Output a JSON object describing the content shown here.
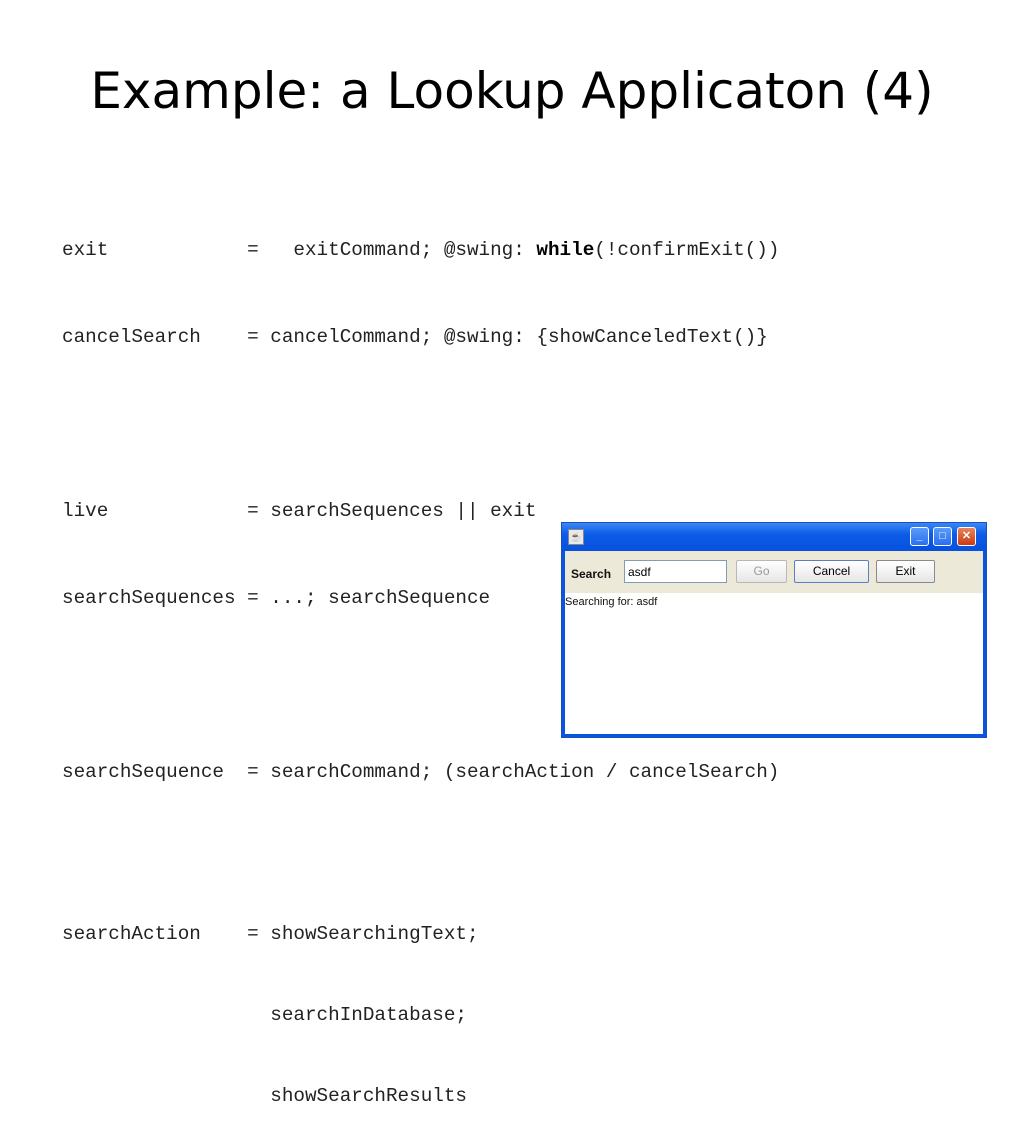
{
  "slide": {
    "title": "Example: a Lookup Applicaton (4)"
  },
  "code": {
    "line1": {
      "pre": "exit            =   exitCommand; @swing: ",
      "kw": "while",
      "post": "(!confirmExit())"
    },
    "line2": "cancelSearch    = cancelCommand; @swing: {showCanceledText()}",
    "line3": "live            = searchSequences || exit",
    "line4": "searchSequences = ...; searchSequence",
    "line5": "searchSequence  = searchCommand; (searchAction / cancelSearch)",
    "line6": "searchAction    = showSearchingText;",
    "line7": "                  searchInDatabase;",
    "line8": "                  showSearchResults"
  },
  "window": {
    "app_icon": "java-cup-icon",
    "min_glyph": "_",
    "max_glyph": "□",
    "close_glyph": "✕",
    "search_label": "Search",
    "search_value": "asdf",
    "go_label": "Go",
    "cancel_label": "Cancel",
    "exit_label": "Exit",
    "status_text": "Searching for: asdf"
  }
}
